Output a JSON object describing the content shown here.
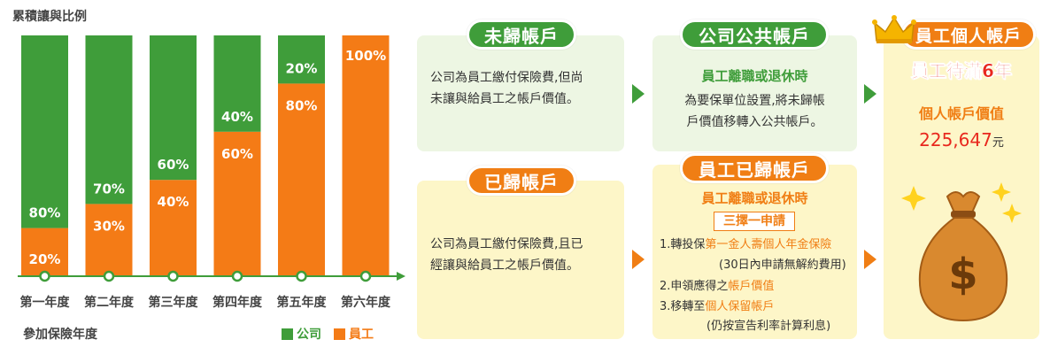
{
  "chart_data": {
    "type": "bar",
    "stacked": true,
    "title": "累積讓與比例",
    "xlabel": "參加保險年度",
    "categories": [
      "第一年度",
      "第二年度",
      "第三年度",
      "第四年度",
      "第五年度",
      "第六年度"
    ],
    "series": [
      {
        "name": "公司",
        "values": [
          80,
          70,
          60,
          40,
          20,
          0
        ],
        "labels": [
          "80%",
          "70%",
          "60%",
          "40%",
          "20%",
          ""
        ]
      },
      {
        "name": "員工",
        "values": [
          20,
          30,
          40,
          60,
          80,
          100
        ],
        "labels": [
          "20%",
          "30%",
          "40%",
          "60%",
          "80%",
          "100%"
        ]
      }
    ],
    "ylim": [
      0,
      100
    ],
    "colors": {
      "company": "#3f9d3a",
      "employee": "#f47b16",
      "axis": "#3f9d3a"
    },
    "legend": "bottom-right"
  },
  "legend": {
    "company": "公司",
    "employee": "員工"
  },
  "unvested": {
    "title": "未歸帳戶",
    "text_line1": "公司為員工繳付保險費,但尚",
    "text_line2": "未讓與給員工之帳戶價值。"
  },
  "vested": {
    "title": "已歸帳戶",
    "text_line1": "公司為員工繳付保險費,且已",
    "text_line2": "經讓與給員工之帳戶價值。"
  },
  "public_account": {
    "title": "公司公共帳戶",
    "condition": "員工離職或退休時",
    "text_line1": "為要保單位設置,將未歸帳",
    "text_line2": "戶價值移轉入公共帳戶。"
  },
  "employee_vested": {
    "title": "員工已歸帳戶",
    "condition": "員工離職或退休時",
    "option_label": "三擇一申請",
    "opt1_prefix": "1.轉投保",
    "opt1_highlight": "第一金人壽個人年金保險",
    "opt1_note": "(30日內申請無解約費用)",
    "opt2_prefix": "2.申領應得之",
    "opt2_highlight": "帳戶價值",
    "opt3_prefix": "3.移轉至",
    "opt3_highlight": "個人保留帳戶",
    "opt3_note": "(仍按宣告利率計算利息)"
  },
  "personal_account": {
    "title": "員工個人帳戶",
    "tenure": "員工待滿6年",
    "value_label": "個人帳戶價值",
    "value": "225,647",
    "unit": "元",
    "icons": [
      "crown-icon",
      "money-bag-icon",
      "sparkle-icon"
    ]
  }
}
